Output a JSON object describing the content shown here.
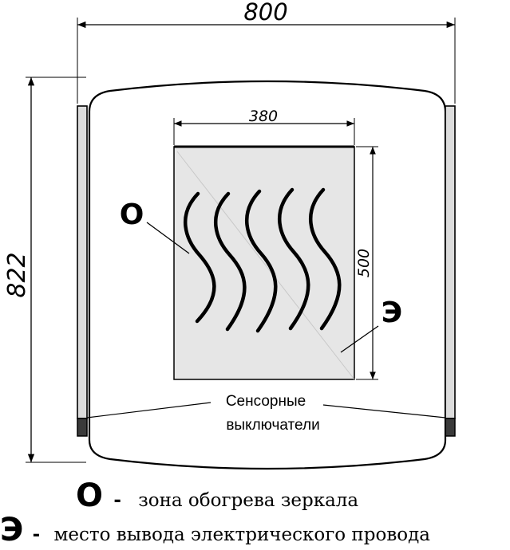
{
  "dimensions": {
    "overall_width": "800",
    "overall_height": "822",
    "heater_width": "380",
    "heater_height": "500"
  },
  "labels": {
    "heating_zone_marker": "О",
    "wire_outlet_marker": "Э",
    "sensor_switches_line1": "Сенсорные",
    "sensor_switches_line2": "выключатели"
  },
  "legend": {
    "heating_zone_symbol": "О",
    "heating_zone_dash": "-",
    "heating_zone_text": "зона обогрева зеркала",
    "wire_outlet_symbol": "Э",
    "wire_outlet_dash": "-",
    "wire_outlet_text": "место вывода электрического провода"
  },
  "colors": {
    "line": "#000000",
    "heater_fill": "#e6e6e6",
    "light_bar": "#dcdcdc",
    "switch": "#3a3a3a"
  }
}
